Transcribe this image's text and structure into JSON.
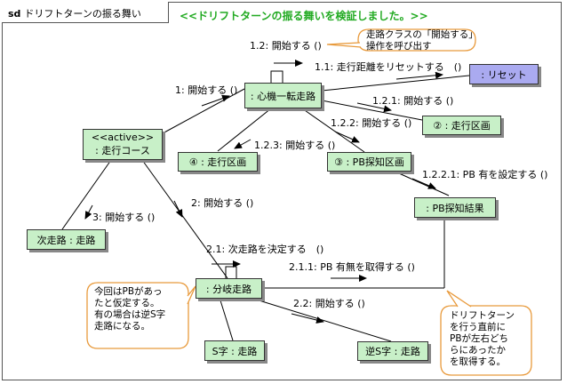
{
  "diagram": {
    "tab_keyword": "sd",
    "tab_name": "ドリフトターンの振る舞い",
    "title": "<<ドリフトターンの振る舞いを検証しました。>>"
  },
  "nodes": {
    "shinki": ": 心機一転走路",
    "reset": ": リセット",
    "course_stereo": "<<active>>",
    "course": ": 走行コース",
    "zone2": "② : 走行区画",
    "zone4": "④ : 走行区画",
    "zone3": "③ : PB探知区画",
    "pb_result": ": PB探知結果",
    "next_path": "次走路 : 走路",
    "branch": ": 分岐走路",
    "s_path": "S字 : 走路",
    "rev_s_path": "逆S字 : 走路"
  },
  "messages": {
    "m1": "1: 開始する ()",
    "m1_2": "1.2: 開始する ()",
    "m1_1": "1.1: 走行距離をリセットする　()",
    "m1_2_1": "1.2.1: 開始する ()",
    "m1_2_2": "1.2.2: 開始する ()",
    "m1_2_3": "1.2.3: 開始する ()",
    "m1_2_2_1": "1.2.2.1: PB 有を設定する ()",
    "m2": "2: 開始する ()",
    "m3": "3: 開始する ()",
    "m2_1": "2.1: 次走路を決定する　()",
    "m2_1_1": "2.1.1: PB 有無を取得する ()",
    "m2_2": "2.2: 開始する ()"
  },
  "notes": {
    "top": [
      "走路クラスの「開始する」",
      "操作を呼び出す"
    ],
    "left": [
      "今回はPBがあっ",
      "たと仮定する。",
      "有の場合は逆S字",
      "走路になる。"
    ],
    "right": [
      "ドリフトターン",
      "を行う直前に",
      "PBが左右どち",
      "らにあったか",
      "を取得する。"
    ]
  },
  "colors": {
    "node_fill": "#c8f0c8",
    "reset_fill": "#aaaaf0",
    "note_border": "#e89a3c",
    "title_color": "#22aa22"
  }
}
